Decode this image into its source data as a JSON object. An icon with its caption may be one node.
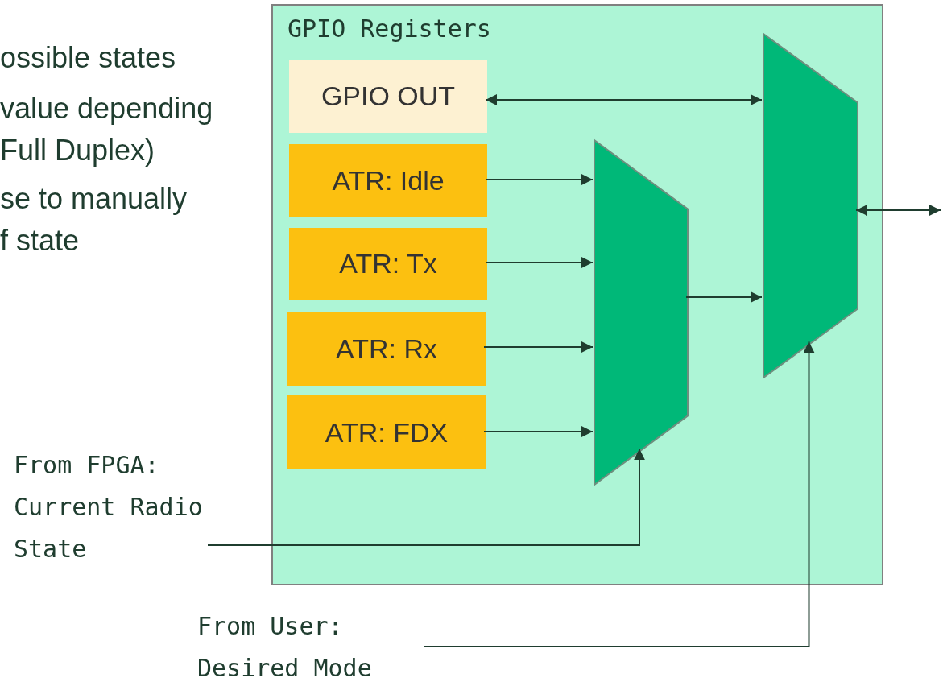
{
  "diagram": {
    "nodes": [
      {
        "text": [
          "GPIO Registers"
        ]
      },
      {
        "text": [
          "GPIO OUT"
        ],
        "in": 0
      },
      {
        "text": [
          "ATR: Idle"
        ],
        "in": 0
      },
      {
        "text": [
          "ATR: Tx"
        ],
        "in": 0
      },
      {
        "text": [
          "ATR: Rx"
        ],
        "in": 0
      },
      {
        "text": [
          "ATR: FDX"
        ],
        "in": 0
      },
      {
        "text": [],
        "shape": "trapezoid",
        "in": 0
      },
      {
        "text": [],
        "shape": "trapezoid",
        "in": 0
      },
      {
        "text": [
          "From FPGA: Current Radio State"
        ]
      },
      {
        "text": [
          "From User: Desired Mode"
        ]
      }
    ],
    "edges": [
      {
        "from": 1,
        "to": 7,
        "arrow": "both"
      },
      {
        "from": 2,
        "to": 6,
        "arrow": "to"
      },
      {
        "from": 3,
        "to": 6,
        "arrow": "to"
      },
      {
        "from": 4,
        "to": 6,
        "arrow": "to"
      },
      {
        "from": 5,
        "to": 6,
        "arrow": "to"
      },
      {
        "from": 6,
        "to": 7,
        "arrow": "to"
      },
      {
        "from": 7,
        "to": null,
        "arrow": "both"
      },
      {
        "from": 8,
        "to": 6,
        "arrow": "to"
      },
      {
        "from": 9,
        "to": 7,
        "arrow": "to"
      }
    ],
    "labels": [
      "ossible states",
      "value depending Full Duplex)",
      "se to manually f state"
    ]
  }
}
